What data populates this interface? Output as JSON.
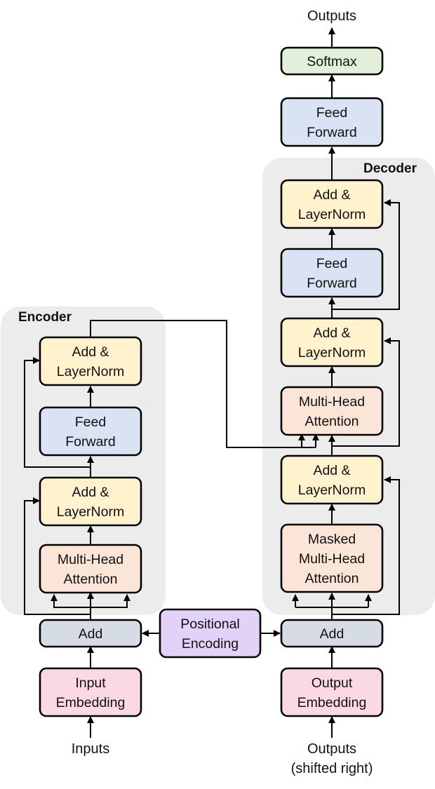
{
  "colors": {
    "panel": "#ececec",
    "add": "#d6dce5",
    "embedding": "#fbd9e3",
    "positional": "#e2d2f7",
    "attention": "#fbe5d6",
    "addnorm": "#fff2cc",
    "feedforward": "#dae3f3",
    "softmax": "#e2f0d9"
  },
  "panels": {
    "encoder_title": "Encoder",
    "decoder_title": "Decoder"
  },
  "labels": {
    "inputs": "Inputs",
    "outputs_shifted_line1": "Outputs",
    "outputs_shifted_line2": "(shifted right)",
    "outputs_top": "Outputs"
  },
  "boxes": {
    "input_embedding": [
      "Input",
      "Embedding"
    ],
    "output_embedding": [
      "Output",
      "Embedding"
    ],
    "enc_add": [
      "Add"
    ],
    "dec_add": [
      "Add"
    ],
    "positional_encoding": [
      "Positional",
      "Encoding"
    ],
    "enc_mha": [
      "Multi-Head",
      "Attention"
    ],
    "enc_addnorm1": [
      "Add &",
      "LayerNorm"
    ],
    "enc_ff": [
      "Feed",
      "Forward"
    ],
    "enc_addnorm2": [
      "Add &",
      "LayerNorm"
    ],
    "dec_masked_mha": [
      "Masked",
      "Multi-Head",
      "Attention"
    ],
    "dec_addnorm1": [
      "Add &",
      "LayerNorm"
    ],
    "dec_cross_mha": [
      "Multi-Head",
      "Attention"
    ],
    "dec_addnorm2": [
      "Add &",
      "LayerNorm"
    ],
    "dec_ff": [
      "Feed",
      "Forward"
    ],
    "dec_addnorm3": [
      "Add &",
      "LayerNorm"
    ],
    "final_ff": [
      "Feed",
      "Forward"
    ],
    "softmax": [
      "Softmax"
    ]
  }
}
